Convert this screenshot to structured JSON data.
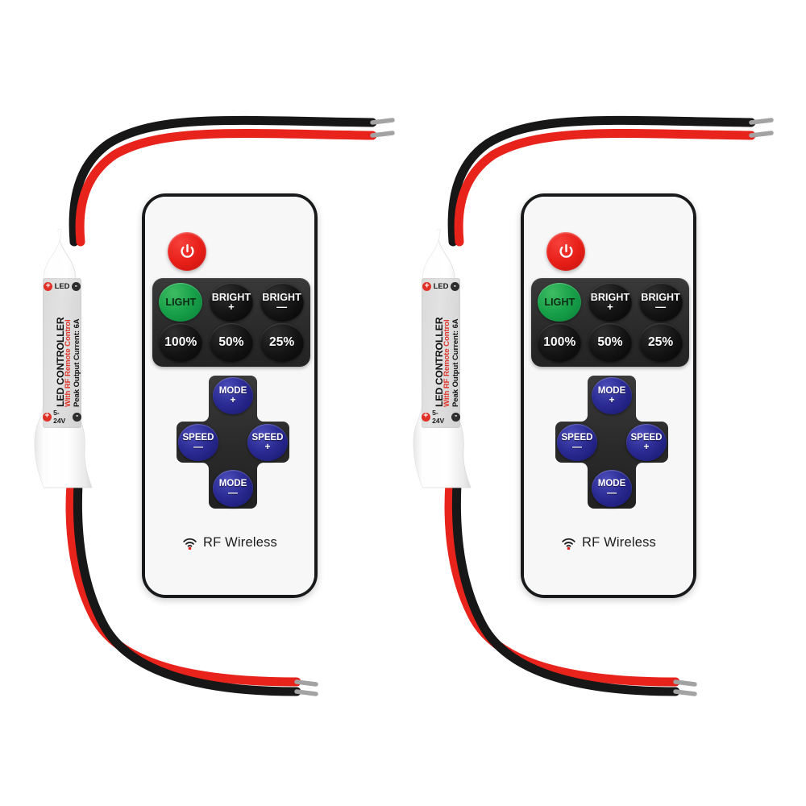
{
  "product": {
    "name": "Mini LED Controller with RF Remote",
    "unit_count": 2
  },
  "controller": {
    "terminals_top": {
      "plus": "+",
      "label": "LED",
      "minus": "-"
    },
    "terminals_bottom": {
      "plus": "+",
      "label": "5-24V",
      "minus": "-"
    },
    "title": "LED CONTROLLER",
    "subtitle": "With RF Remote Control",
    "spec": "Peak Output Current: 6A",
    "colors": {
      "body": "#fdfdfd",
      "label_panel": "#dadada",
      "plus_terminal": "#e03127",
      "minus_terminal": "#2d2d2d",
      "subtitle_red": "#e0342a"
    }
  },
  "wires": {
    "positive_color": "#e8231c",
    "negative_color": "#171717",
    "tip_color": "#9a9a9a",
    "input_order": [
      "black",
      "red"
    ],
    "output_order": [
      "red",
      "black"
    ]
  },
  "remote": {
    "power_button": {
      "name": "power",
      "icon": "power-icon",
      "color": "#e21d17"
    },
    "panel_buttons": [
      {
        "label": "LIGHT",
        "sign": "",
        "style": "green"
      },
      {
        "label": "BRIGHT",
        "sign": "+",
        "style": "black"
      },
      {
        "label": "BRIGHT",
        "sign": "—",
        "style": "black"
      },
      {
        "label": "100%",
        "sign": "",
        "style": "black"
      },
      {
        "label": "50%",
        "sign": "",
        "style": "black"
      },
      {
        "label": "25%",
        "sign": "",
        "style": "black"
      }
    ],
    "dpad_buttons": [
      {
        "position": "up",
        "label": "MODE",
        "sign": "+"
      },
      {
        "position": "left",
        "label": "SPEED",
        "sign": "—"
      },
      {
        "position": "right",
        "label": "SPEED",
        "sign": "+"
      },
      {
        "position": "down",
        "label": "MODE",
        "sign": "—"
      }
    ],
    "footer": {
      "icon": "rf-signal-icon",
      "text": "RF Wireless"
    },
    "colors": {
      "body": "#f7f7f7",
      "border": "#17191a",
      "panel": "#2b2b2b",
      "button_black": "#141414",
      "button_green": "#17a049",
      "button_blue": "#2a2a92"
    }
  }
}
